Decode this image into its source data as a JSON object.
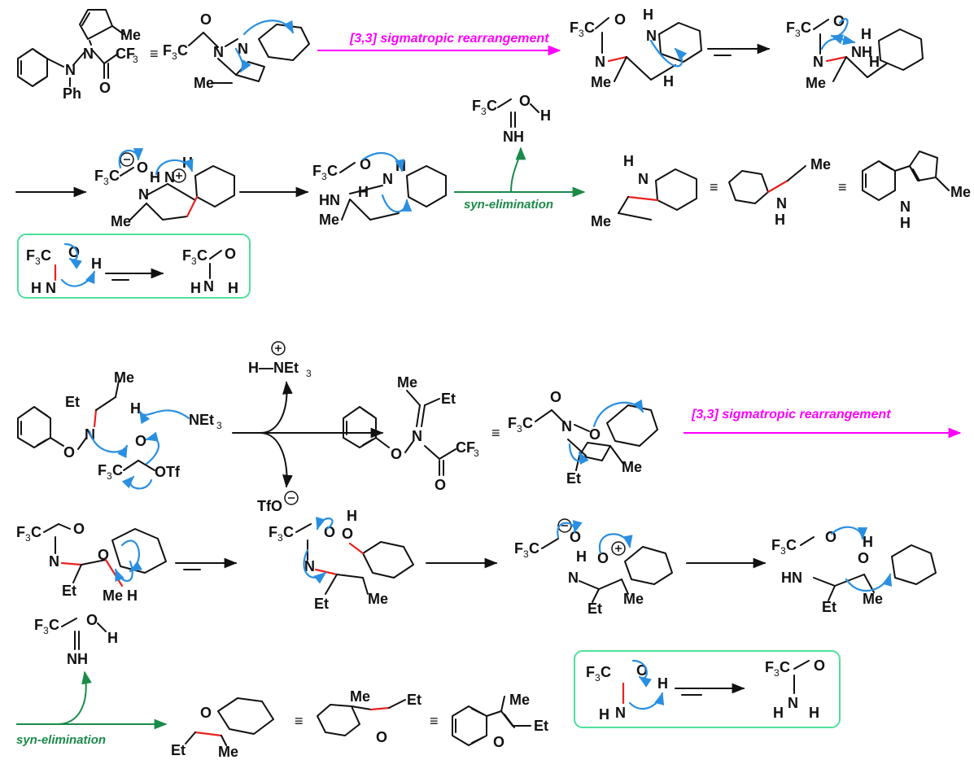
{
  "colors": {
    "bond": "#111111",
    "new_bond": "#e8221f",
    "curly_arrow": "#2a8fe0",
    "sigmatropic_arrow": "#ff00ff",
    "elimination_arrow": "#1b8a4a",
    "tautomer_box": "#4fe09a"
  },
  "labels": {
    "me": "Me",
    "et": "Et",
    "ph": "Ph",
    "cf3": "CF",
    "f3c": "F",
    "three": "3",
    "c": "C",
    "o": "O",
    "n": "N",
    "h": "H",
    "nh": "NH",
    "hn": "HN",
    "otf": "OTf",
    "tfo": "TfO",
    "net3": "NEt",
    "hnet3": "H—NEt",
    "equiv": "≡",
    "plus": "+",
    "minus": "−"
  },
  "reactions": {
    "sigmatropic_1": "[3,3] sigmatropic rearrangement",
    "sigmatropic_2": "[3,3] sigmatropic rearrangement",
    "elimination_1": "syn-elimination",
    "elimination_2": "syn-elimination"
  }
}
